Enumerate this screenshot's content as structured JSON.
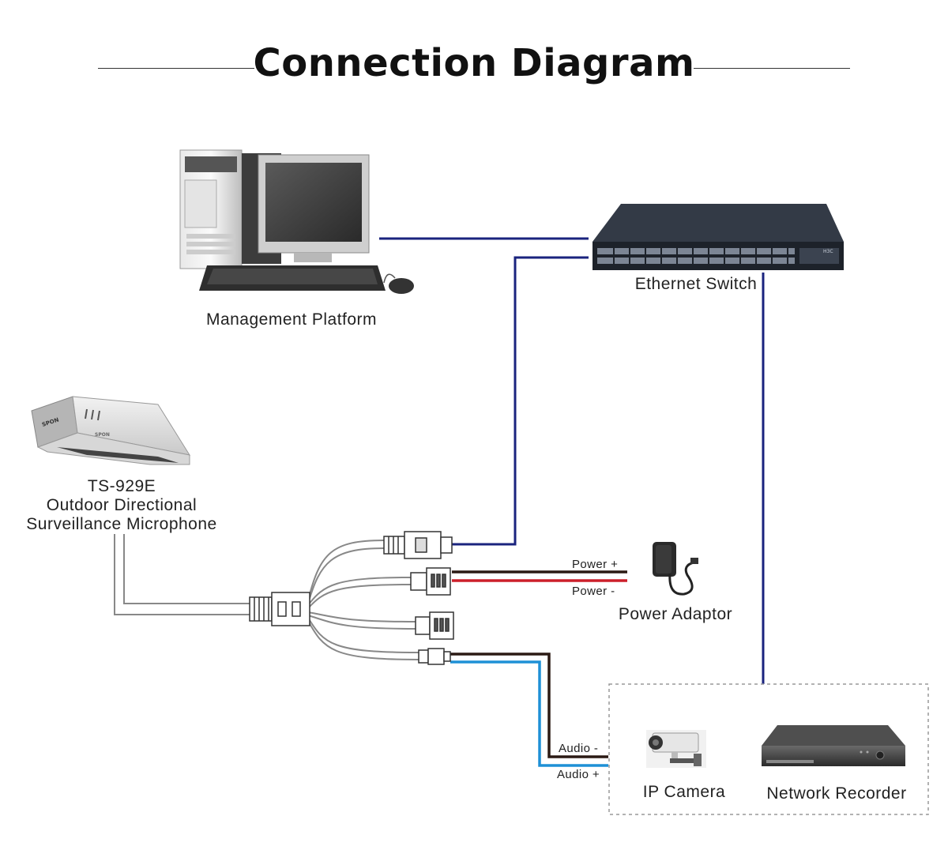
{
  "title": "Connection Diagram",
  "labels": {
    "management_platform": "Management Platform",
    "ethernet_switch": "Ethernet Switch",
    "mic_model": "TS-929E",
    "mic_desc_1": "Outdoor Directional",
    "mic_desc_2": "Surveillance Microphone",
    "power_adaptor": "Power Adaptor",
    "ip_camera": "IP Camera",
    "network_recorder": "Network Recorder"
  },
  "wires": {
    "power_plus": "Power +",
    "power_minus": "Power -",
    "audio_minus": "Audio -",
    "audio_plus": "Audio +"
  },
  "brands": {
    "mic": "SPON",
    "switch": "H3C"
  },
  "colors": {
    "network_cable": "#1a237e",
    "power_positive": "#cc1f2a",
    "power_negative": "#2b1a14",
    "audio_negative": "#2b1a14",
    "audio_positive": "#1e90d6"
  }
}
